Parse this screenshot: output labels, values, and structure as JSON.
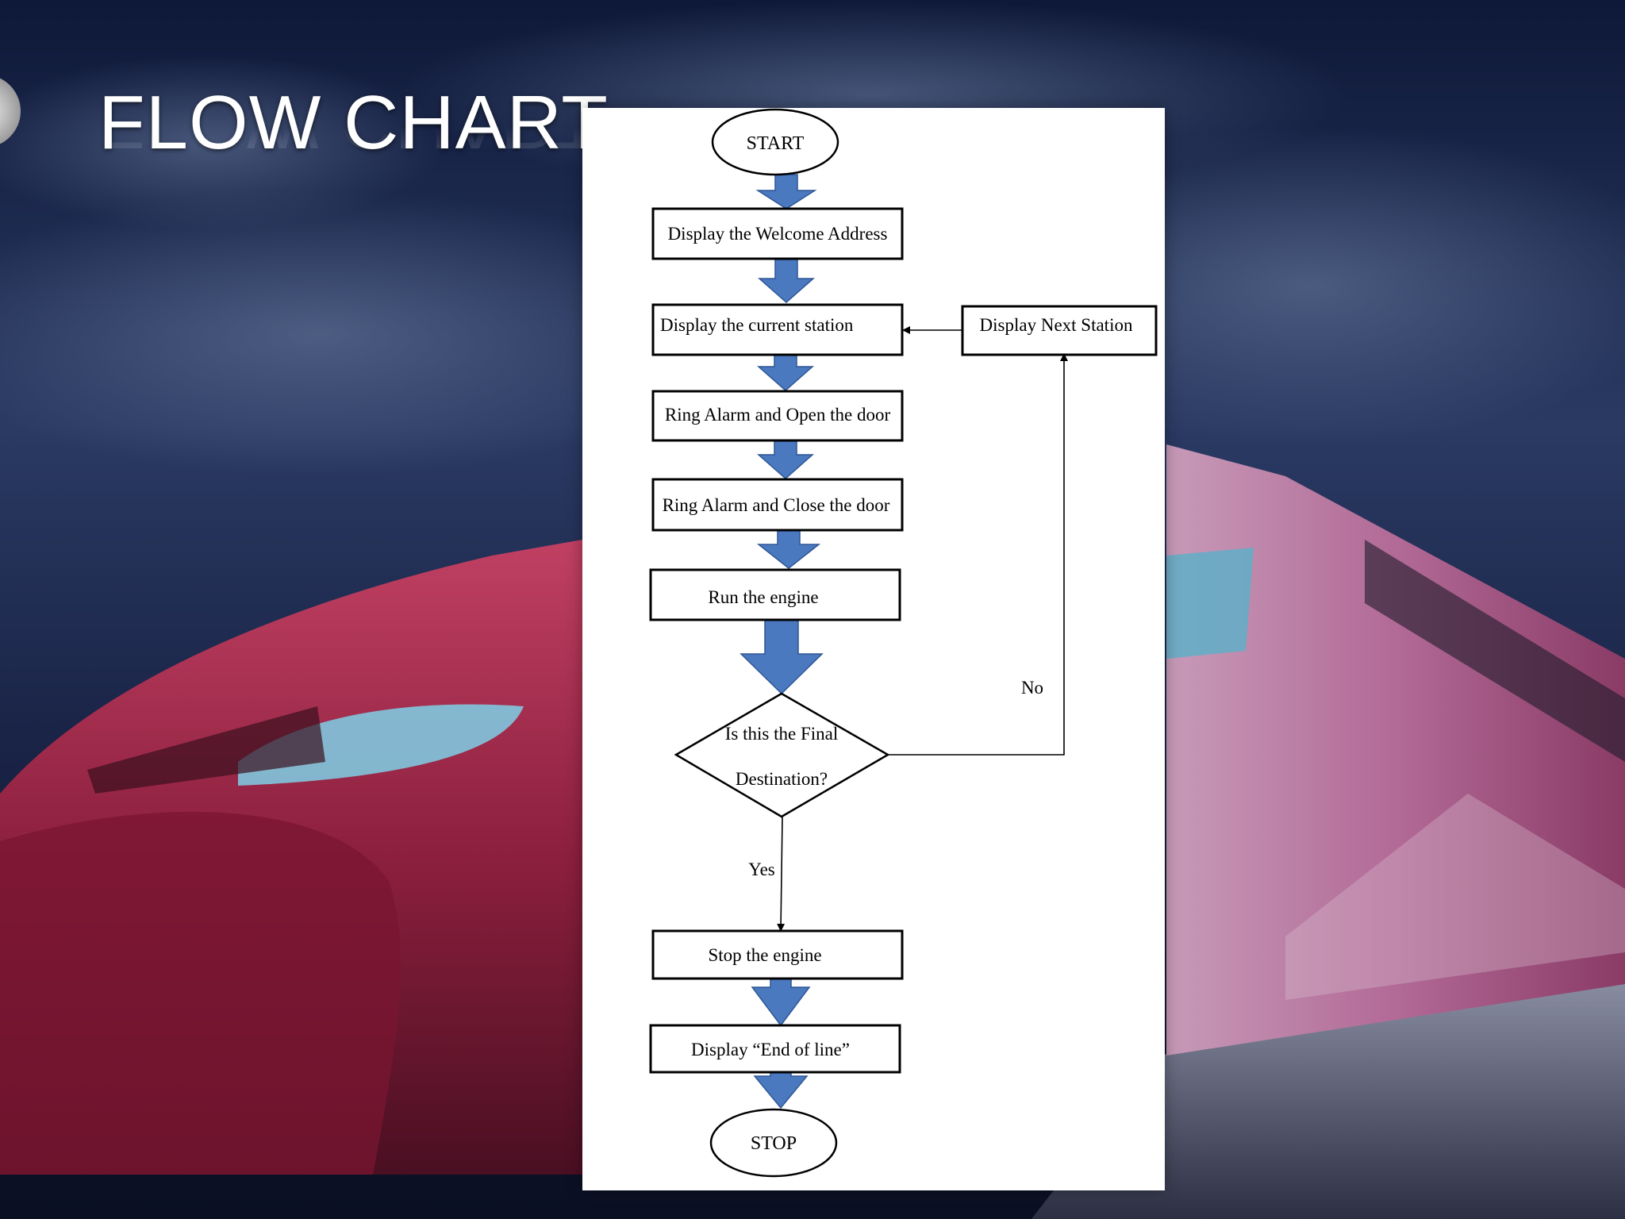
{
  "slide": {
    "title": "FLOW CHART"
  },
  "colors": {
    "arrow_fill": "#4a79c0",
    "arrow_stroke": "#2e5694",
    "box_stroke": "#000000",
    "panel_bg": "#ffffff"
  },
  "flowchart": {
    "start": "START",
    "steps": {
      "welcome": "Display the Welcome Address",
      "current_station": "Display the current station",
      "open_door": "Ring  Alarm and Open the door",
      "close_door": "Ring Alarm and Close the door",
      "run_engine": "Run the engine",
      "stop_engine": "Stop the engine",
      "end_of_line": "Display “End of line”"
    },
    "decision": {
      "line1": "Is this the Final",
      "line2": "Destination?"
    },
    "next_station": "Display Next Station",
    "label_no": "No",
    "label_yes": "Yes",
    "stop": "STOP"
  }
}
